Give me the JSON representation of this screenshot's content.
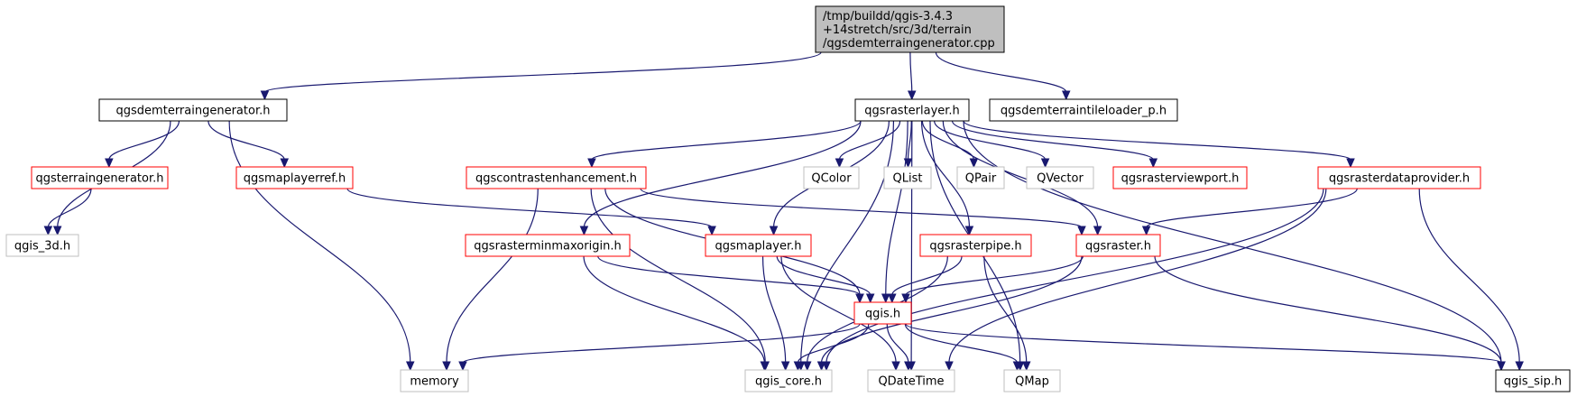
{
  "colors": {
    "edge": "#191970",
    "root_fill": "#bfbfbf",
    "border_black": "#000000",
    "border_red": "#ff0000",
    "border_gray": "#bfbfbf"
  },
  "nodes": [
    {
      "id": "root",
      "lines": [
        "/tmp/buildd/qgis-3.4.3",
        "+14stretch/src/3d/terrain",
        "/qgsdemterraingenerator.cpp"
      ],
      "style": "root"
    },
    {
      "id": "qgsdemterraingenerator_h",
      "lines": [
        "qgsdemterraingenerator.h"
      ],
      "style": "black"
    },
    {
      "id": "qgsrasterlayer_h",
      "lines": [
        "qgsrasterlayer.h"
      ],
      "style": "black"
    },
    {
      "id": "qgsdemterraintileloader_p_h",
      "lines": [
        "qgsdemterraintileloader_p.h"
      ],
      "style": "black"
    },
    {
      "id": "qgsterraingenerator_h",
      "lines": [
        "qgsterraingenerator.h"
      ],
      "style": "red"
    },
    {
      "id": "qgsmaplayerref_h",
      "lines": [
        "qgsmaplayerref.h"
      ],
      "style": "red"
    },
    {
      "id": "qgscontrastenhancement_h",
      "lines": [
        "qgscontrastenhancement.h"
      ],
      "style": "red"
    },
    {
      "id": "QColor",
      "lines": [
        "QColor"
      ],
      "style": "gray"
    },
    {
      "id": "QList",
      "lines": [
        "QList"
      ],
      "style": "gray"
    },
    {
      "id": "QPair",
      "lines": [
        "QPair"
      ],
      "style": "gray"
    },
    {
      "id": "QVector",
      "lines": [
        "QVector"
      ],
      "style": "gray"
    },
    {
      "id": "qgsrasterviewport_h",
      "lines": [
        "qgsrasterviewport.h"
      ],
      "style": "red"
    },
    {
      "id": "qgsrasterdataprovider_h",
      "lines": [
        "qgsrasterdataprovider.h"
      ],
      "style": "red"
    },
    {
      "id": "qgis_3d_h",
      "lines": [
        "qgis_3d.h"
      ],
      "style": "gray"
    },
    {
      "id": "qgsrasterminmaxorigin_h",
      "lines": [
        "qgsrasterminmaxorigin.h"
      ],
      "style": "red"
    },
    {
      "id": "qgsmaplayer_h",
      "lines": [
        "qgsmaplayer.h"
      ],
      "style": "red"
    },
    {
      "id": "qgsrasterpipe_h",
      "lines": [
        "qgsrasterpipe.h"
      ],
      "style": "red"
    },
    {
      "id": "qgsraster_h",
      "lines": [
        "qgsraster.h"
      ],
      "style": "red"
    },
    {
      "id": "qgis_h",
      "lines": [
        "qgis.h"
      ],
      "style": "red"
    },
    {
      "id": "memory",
      "lines": [
        "memory"
      ],
      "style": "gray"
    },
    {
      "id": "qgis_core_h",
      "lines": [
        "qgis_core.h"
      ],
      "style": "gray"
    },
    {
      "id": "QDateTime",
      "lines": [
        "QDateTime"
      ],
      "style": "gray"
    },
    {
      "id": "QMap",
      "lines": [
        "QMap"
      ],
      "style": "gray"
    },
    {
      "id": "qgis_sip_h",
      "lines": [
        "qgis_sip.h"
      ],
      "style": "black"
    }
  ],
  "edges": [
    [
      "root",
      "qgsdemterraingenerator_h"
    ],
    [
      "root",
      "qgsrasterlayer_h"
    ],
    [
      "root",
      "qgsdemterraintileloader_p_h"
    ],
    [
      "qgsdemterraingenerator_h",
      "qgsterraingenerator_h"
    ],
    [
      "qgsdemterraingenerator_h",
      "qgsmaplayerref_h"
    ],
    [
      "qgsdemterraingenerator_h",
      "qgis_3d_h"
    ],
    [
      "qgsdemterraingenerator_h",
      "memory"
    ],
    [
      "qgsterraingenerator_h",
      "qgis_3d_h"
    ],
    [
      "qgsmaplayerref_h",
      "qgsmaplayer_h"
    ],
    [
      "qgsrasterlayer_h",
      "qgscontrastenhancement_h"
    ],
    [
      "qgsrasterlayer_h",
      "QColor"
    ],
    [
      "qgsrasterlayer_h",
      "QList"
    ],
    [
      "qgsrasterlayer_h",
      "QPair"
    ],
    [
      "qgsrasterlayer_h",
      "QVector"
    ],
    [
      "qgsrasterlayer_h",
      "qgsrasterviewport_h"
    ],
    [
      "qgsrasterlayer_h",
      "qgsrasterdataprovider_h"
    ],
    [
      "qgsrasterlayer_h",
      "qgsrasterminmaxorigin_h"
    ],
    [
      "qgsrasterlayer_h",
      "qgsmaplayer_h"
    ],
    [
      "qgsrasterlayer_h",
      "qgsrasterpipe_h"
    ],
    [
      "qgsrasterlayer_h",
      "qgsraster_h"
    ],
    [
      "qgsrasterlayer_h",
      "qgis_h"
    ],
    [
      "qgsrasterlayer_h",
      "qgis_core_h"
    ],
    [
      "qgsrasterlayer_h",
      "QDateTime"
    ],
    [
      "qgsrasterlayer_h",
      "QMap"
    ],
    [
      "qgsrasterlayer_h",
      "qgis_sip_h"
    ],
    [
      "qgscontrastenhancement_h",
      "qgis_h"
    ],
    [
      "qgscontrastenhancement_h",
      "qgis_core_h"
    ],
    [
      "qgscontrastenhancement_h",
      "memory"
    ],
    [
      "qgscontrastenhancement_h",
      "qgsraster_h"
    ],
    [
      "qgsrasterdataprovider_h",
      "qgsraster_h"
    ],
    [
      "qgsrasterdataprovider_h",
      "qgis_core_h"
    ],
    [
      "qgsrasterdataprovider_h",
      "QDateTime"
    ],
    [
      "qgsrasterdataprovider_h",
      "qgis_sip_h"
    ],
    [
      "qgsrasterminmaxorigin_h",
      "qgis_h"
    ],
    [
      "qgsrasterminmaxorigin_h",
      "qgis_core_h"
    ],
    [
      "qgsmaplayer_h",
      "qgis_h"
    ],
    [
      "qgsmaplayer_h",
      "qgis_core_h"
    ],
    [
      "qgsmaplayer_h",
      "QDateTime"
    ],
    [
      "qgsrasterpipe_h",
      "qgis_h"
    ],
    [
      "qgsrasterpipe_h",
      "qgis_core_h"
    ],
    [
      "qgsrasterpipe_h",
      "QMap"
    ],
    [
      "qgsraster_h",
      "qgis_h"
    ],
    [
      "qgsraster_h",
      "qgis_core_h"
    ],
    [
      "qgsraster_h",
      "qgis_sip_h"
    ],
    [
      "qgis_h",
      "memory"
    ],
    [
      "qgis_h",
      "qgis_core_h"
    ],
    [
      "qgis_h",
      "QDateTime"
    ],
    [
      "qgis_h",
      "QMap"
    ],
    [
      "qgis_h",
      "qgis_sip_h"
    ]
  ]
}
